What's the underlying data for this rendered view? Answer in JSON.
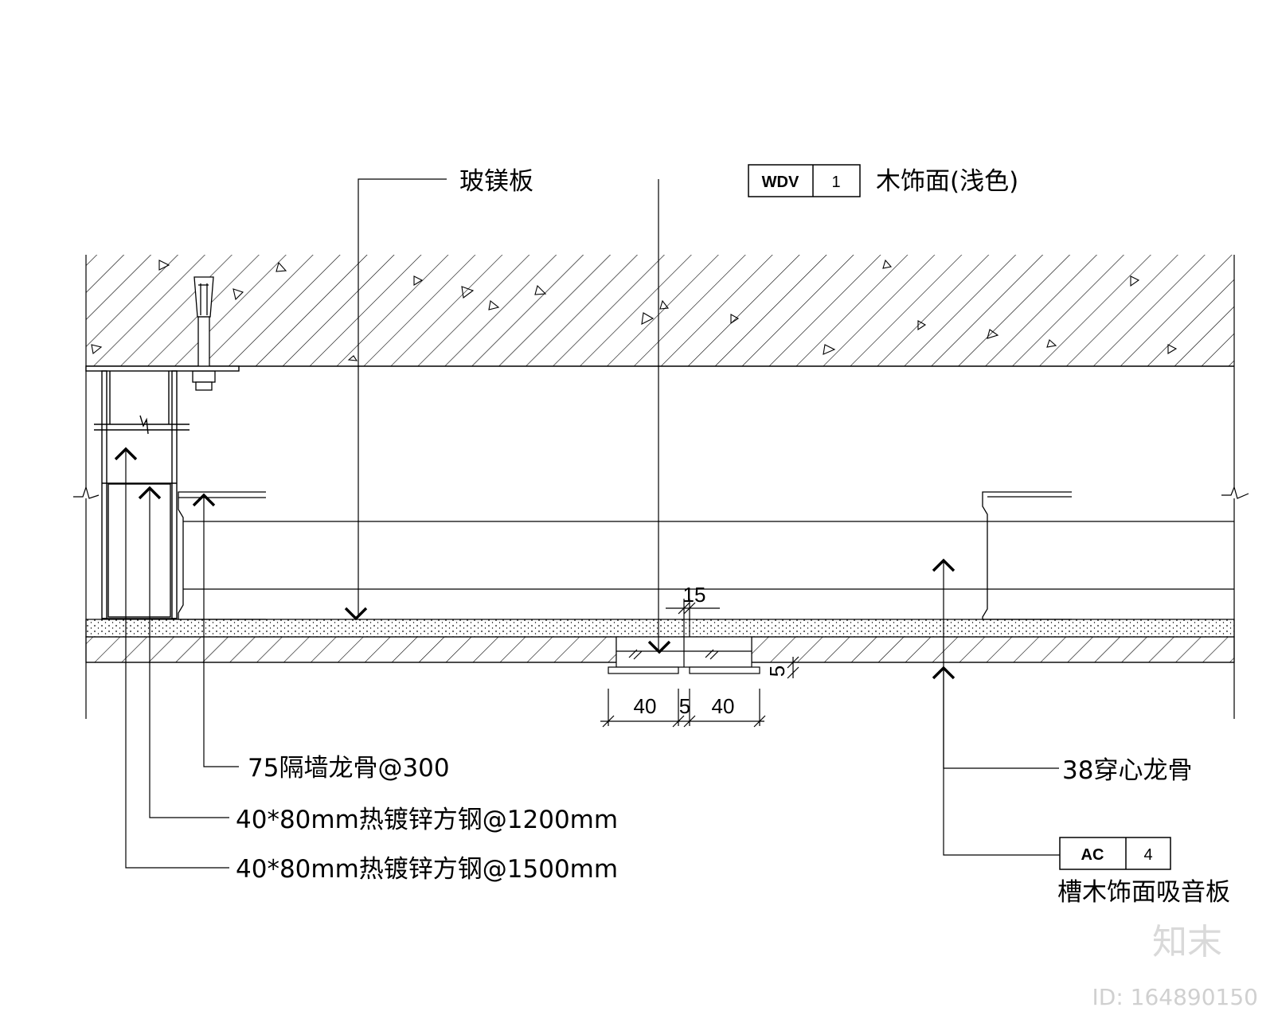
{
  "labels": {
    "board": "玻镁板",
    "wood_finish": "木饰面(浅色)",
    "partition_keel": "75隔墙龙骨@300",
    "steel_1200": "40*80mm热镀锌方钢@1200mm",
    "steel_1500": "40*80mm热镀锌方钢@1500mm",
    "through_keel": "38穿心龙骨",
    "acoustic_panel": "槽木饰面吸音板"
  },
  "tags": {
    "wdv": {
      "code": "WDV",
      "number": "1"
    },
    "ac": {
      "code": "AC",
      "number": "4"
    }
  },
  "dimensions": {
    "gap_top": "15",
    "left_width": "40",
    "gap": "5",
    "right_width": "40",
    "offset": "5"
  },
  "watermark": {
    "logo": "知末",
    "id": "ID: 164890150"
  }
}
